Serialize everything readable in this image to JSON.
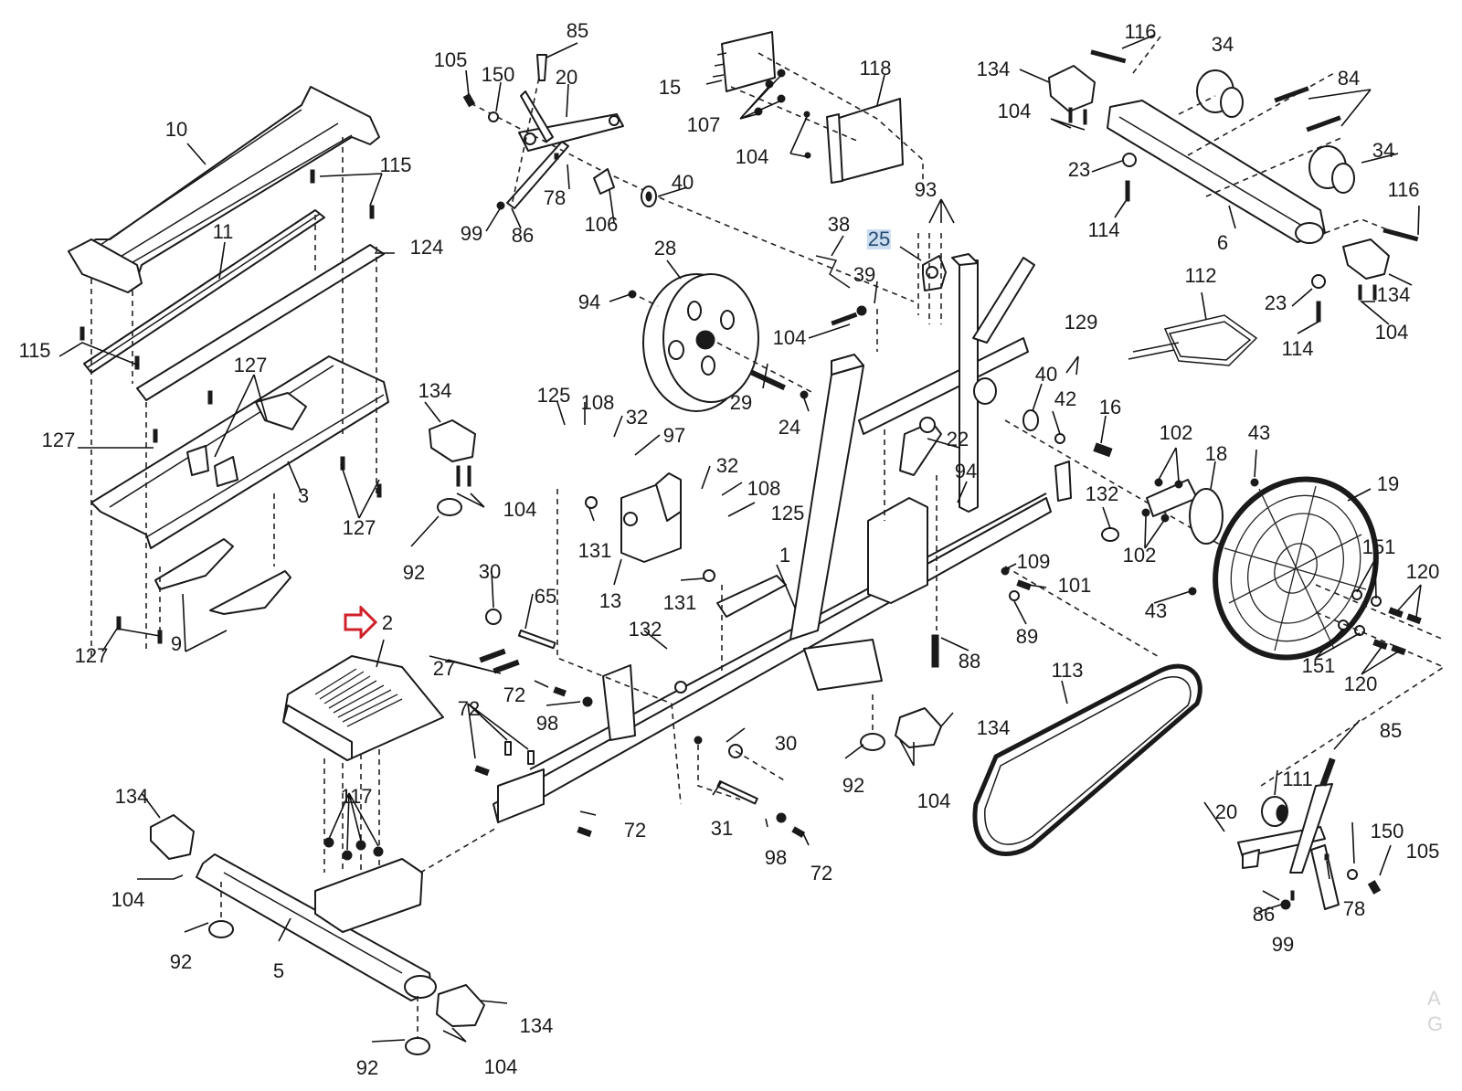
{
  "diagram": {
    "title": "Exploded parts diagram",
    "highlight_color": "#c9dcf0",
    "highlight_text_color": "#274a6e",
    "marker_color": "#d0202a",
    "marker": {
      "icon": "right-arrow-outline-icon",
      "points_to": "2"
    },
    "highlighted_label": "25"
  },
  "labels": {
    "l1": "1",
    "l2": "2",
    "l3": "3",
    "l5": "5",
    "l6": "6",
    "l9": "9",
    "l10": "10",
    "l11": "11",
    "l13": "13",
    "l15": "15",
    "l16": "16",
    "l18": "18",
    "l19": "19",
    "l20a": "20",
    "l20b": "20",
    "l22": "22",
    "l23a": "23",
    "l23b": "23",
    "l24": "24",
    "l25": "25",
    "l27": "27",
    "l28": "28",
    "l29": "29",
    "l30a": "30",
    "l30b": "30",
    "l31": "31",
    "l32a": "32",
    "l32b": "32",
    "l34a": "34",
    "l34b": "34",
    "l38": "38",
    "l39": "39",
    "l40a": "40",
    "l40b": "40",
    "l42": "42",
    "l43a": "43",
    "l43b": "43",
    "l65": "65",
    "l72a": "72",
    "l72b": "72",
    "l72c": "72",
    "l72d": "72",
    "l78a": "78",
    "l78b": "78",
    "l84": "84",
    "l85a": "85",
    "l85b": "85",
    "l86a": "86",
    "l86b": "86",
    "l88": "88",
    "l89": "89",
    "l92a": "92",
    "l92b": "92",
    "l92c": "92",
    "l92d": "92",
    "l93": "93",
    "l94a": "94",
    "l94b": "94",
    "l97": "97",
    "l98a": "98",
    "l98b": "98",
    "l99a": "99",
    "l99b": "99",
    "l101": "101",
    "l102a": "102",
    "l102b": "102",
    "l104a": "104",
    "l104b": "104",
    "l104c": "104",
    "l104d": "104",
    "l104e": "104",
    "l104f": "104",
    "l104g": "104",
    "l104h": "104",
    "l105a": "105",
    "l105b": "105",
    "l106": "106",
    "l107": "107",
    "l108a": "108",
    "l108b": "108",
    "l109": "109",
    "l111": "111",
    "l112": "112",
    "l113": "113",
    "l114a": "114",
    "l114b": "114",
    "l115a": "115",
    "l115b": "115",
    "l116a": "116",
    "l116b": "116",
    "l117": "117",
    "l118": "118",
    "l120a": "120",
    "l120b": "120",
    "l124": "124",
    "l125a": "125",
    "l125b": "125",
    "l127a": "127",
    "l127b": "127",
    "l127c": "127",
    "l127d": "127",
    "l129": "129",
    "l131a": "131",
    "l131b": "131",
    "l132a": "132",
    "l132b": "132",
    "l134a": "134",
    "l134b": "134",
    "l134c": "134",
    "l134d": "134",
    "l134e": "134",
    "l134f": "134",
    "l150a": "150",
    "l150b": "150",
    "l151a": "151",
    "l151b": "151"
  },
  "watermark": {
    "line1": "A",
    "line2": "G"
  }
}
